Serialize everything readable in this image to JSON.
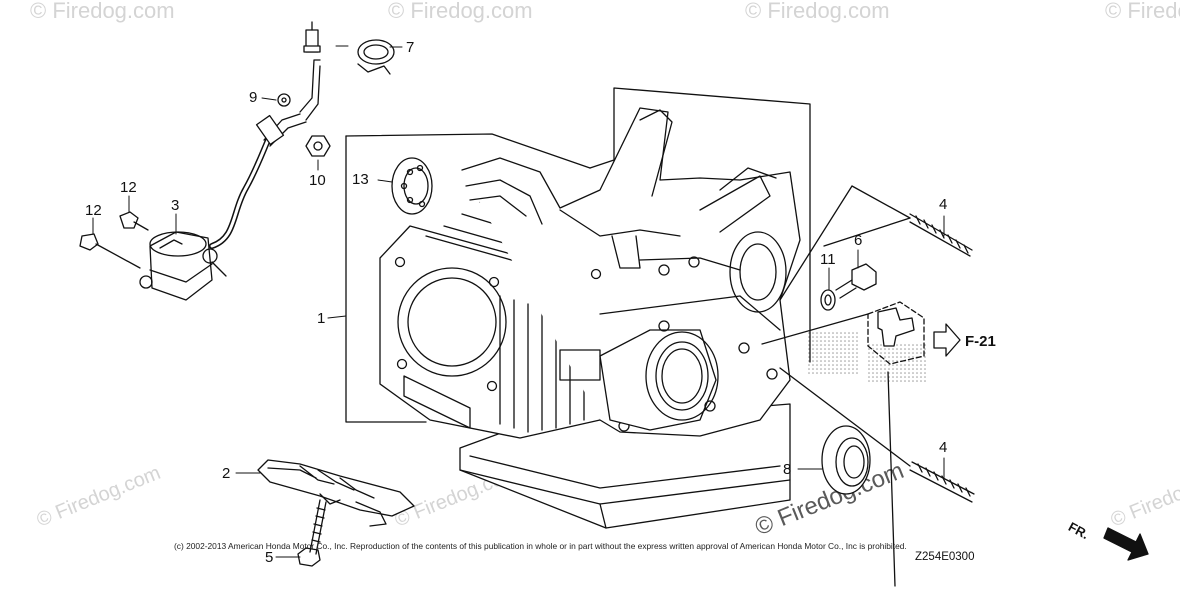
{
  "watermark": {
    "corner_text": "© Firedog.com",
    "mid_text": "© Firedog.com",
    "color": "#d4d4d4"
  },
  "callouts": [
    {
      "id": "1",
      "label": "1"
    },
    {
      "id": "2",
      "label": "2"
    },
    {
      "id": "3",
      "label": "3"
    },
    {
      "id": "4a",
      "label": "4"
    },
    {
      "id": "4b",
      "label": "4"
    },
    {
      "id": "5",
      "label": "5"
    },
    {
      "id": "6",
      "label": "6"
    },
    {
      "id": "7",
      "label": "7"
    },
    {
      "id": "8",
      "label": "8"
    },
    {
      "id": "9",
      "label": "9"
    },
    {
      "id": "10",
      "label": "10"
    },
    {
      "id": "11",
      "label": "11"
    },
    {
      "id": "12a",
      "label": "12"
    },
    {
      "id": "12b",
      "label": "12"
    },
    {
      "id": "13",
      "label": "13"
    }
  ],
  "reference": {
    "label": "F-21"
  },
  "front_marker": {
    "label": "FR."
  },
  "copyright": "(c) 2002-2013 American Honda Motor Co., Inc. Reproduction of the contents of this publication in whole or in part without the express written approval of American Honda Motor Co., Inc is prohibited.",
  "diagram_code": "Z254E0300",
  "colors": {
    "line": "#111111",
    "stipple": "#b8b8b8",
    "background": "#ffffff"
  }
}
